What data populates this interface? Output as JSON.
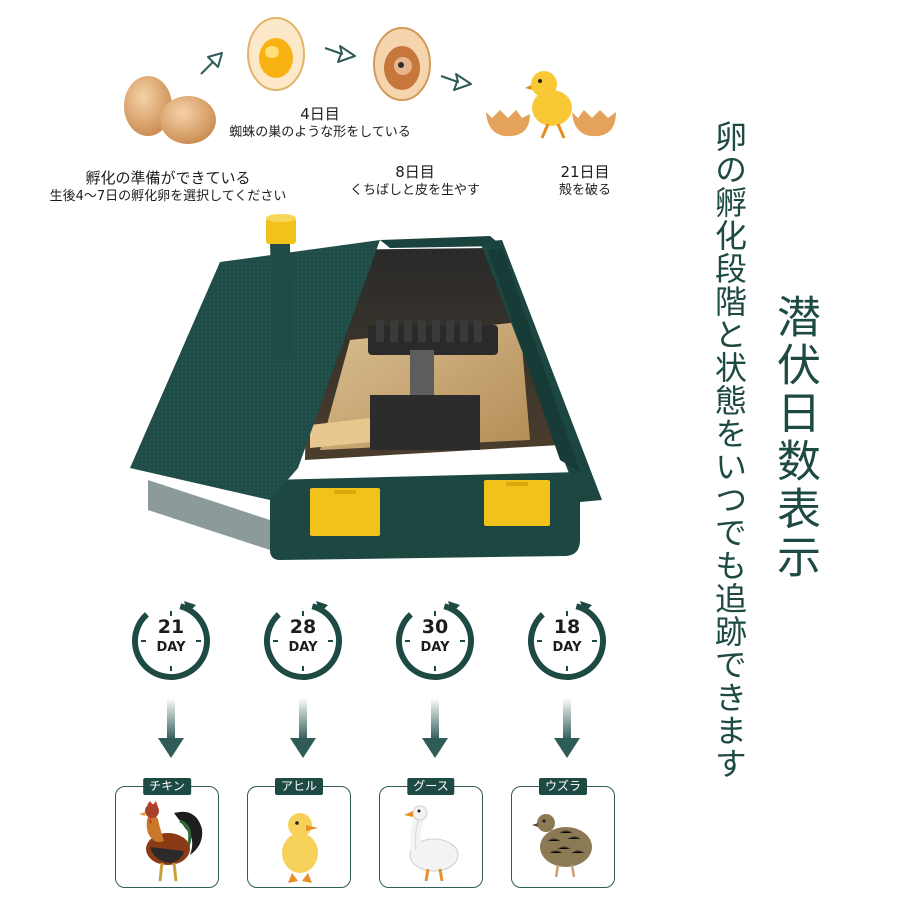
{
  "stages": [
    {
      "title": "孵化の準備ができている",
      "desc": "生後4〜7日の孵化卵を選択してください"
    },
    {
      "title": "4日目",
      "desc": "蜘蛛の巣のような形をしている"
    },
    {
      "title": "8日目",
      "desc": "くちばしと皮を生やす"
    },
    {
      "title": "21日目",
      "desc": "殻を破る"
    }
  ],
  "headline": "潜伏日数表示",
  "subheadline": "卵の孵化段階と状態をいつでも追跡できます",
  "timers": [
    {
      "days": "21",
      "unit": "DAY"
    },
    {
      "days": "28",
      "unit": "DAY"
    },
    {
      "days": "30",
      "unit": "DAY"
    },
    {
      "days": "18",
      "unit": "DAY"
    }
  ],
  "birds": [
    {
      "label": "チキン",
      "icon": "chicken-icon"
    },
    {
      "label": "アヒル",
      "icon": "duckling-icon"
    },
    {
      "label": "グース",
      "icon": "goose-icon"
    },
    {
      "label": "ウズラ",
      "icon": "quail-icon"
    }
  ],
  "colors": {
    "body": "#1e4a44",
    "accent": "#f2c21a",
    "text": "#1c1c1c"
  }
}
